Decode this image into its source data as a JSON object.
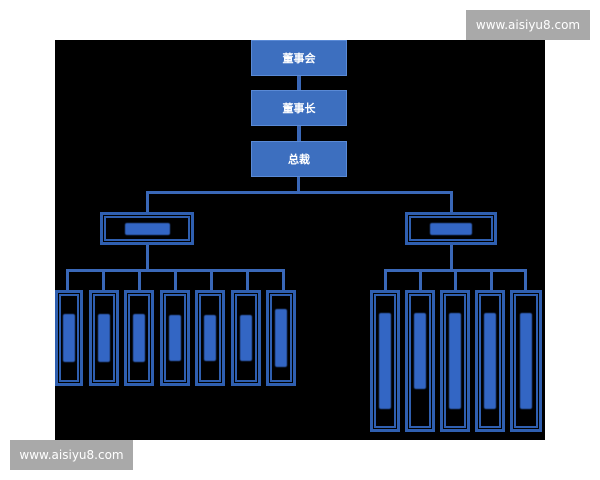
{
  "diagram": {
    "type": "org-chart",
    "top_levels": [
      {
        "label": "董事会"
      },
      {
        "label": "董事长"
      },
      {
        "label": "总裁"
      }
    ],
    "divisions": [
      {
        "label": "",
        "label_legible": false,
        "children_count": 7
      },
      {
        "label": "",
        "label_legible": false,
        "children_count": 5
      }
    ],
    "colors": {
      "background": "#000000",
      "box_fill": "#3d6fbf",
      "outline": "#2f5fb0",
      "connector": "#3a68b8"
    }
  },
  "watermarks": [
    {
      "text": "www.aisiyu8.com",
      "position": "top-right"
    },
    {
      "text": "www.aisiyu8.com",
      "position": "bottom-left"
    }
  ]
}
